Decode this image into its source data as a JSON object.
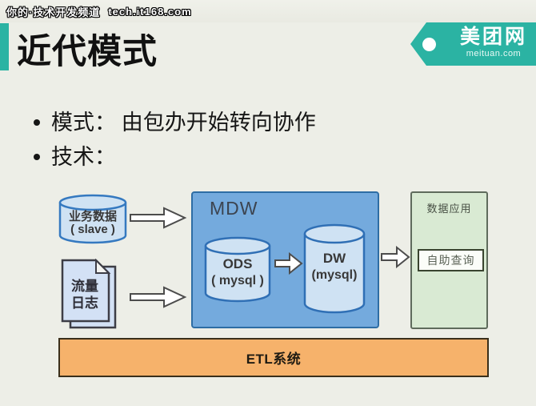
{
  "topbar": {
    "channel": "你的·技术开发频道",
    "url": "tech.it168.com"
  },
  "header": {
    "title": "近代模式"
  },
  "logo": {
    "name": "美团网",
    "domain": "meituan.com"
  },
  "bullets": [
    "模式： 由包办开始转向协作",
    "技术："
  ],
  "diagram": {
    "source_db": {
      "line1": "业务数据",
      "line2": "( slave )"
    },
    "log_doc": {
      "line1": "流量",
      "line2": "日志"
    },
    "mdw": {
      "label": "MDW",
      "ods": {
        "line1": "ODS",
        "line2": "( mysql )"
      },
      "dw": {
        "line1": "DW",
        "line2": "(mysql)"
      }
    },
    "app": {
      "label": "数据应用",
      "button": "自助查询"
    },
    "etl": {
      "label": "ETL系统"
    }
  },
  "colors": {
    "accent_teal": "#2bb3a3",
    "mdw_blue": "#74aadd",
    "cylinder_blue": "#cfe2f3",
    "app_green": "#d9ead3",
    "etl_orange": "#f6b26b",
    "background": "#edeee7"
  }
}
